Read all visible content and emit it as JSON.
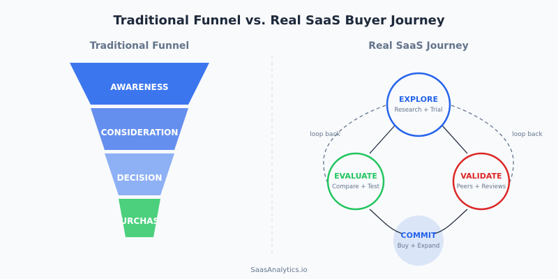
{
  "title": "Traditional Funnel vs. Real SaaS Buyer Journey",
  "left": {
    "heading": "Traditional Funnel",
    "stages": [
      {
        "label": "AWARENESS",
        "color": "#3b76ee"
      },
      {
        "label": "CONSIDERATION",
        "color": "#658fef"
      },
      {
        "label": "DECISION",
        "color": "#8eb0f5"
      },
      {
        "label": "PURCHASE",
        "color": "#4cd07d"
      }
    ]
  },
  "right": {
    "heading": "Real SaaS Journey",
    "nodes": {
      "explore": {
        "title": "EXPLORE",
        "sub": "Research + Trial",
        "color": "#2563eb"
      },
      "evaluate": {
        "title": "EVALUATE",
        "sub": "Compare + Test",
        "color": "#22c55e"
      },
      "validate": {
        "title": "VALIDATE",
        "sub": "Peers + Reviews",
        "color": "#dc2626"
      },
      "commit": {
        "title": "COMMIT",
        "sub": "Buy + Expand",
        "color": "#2563eb"
      }
    },
    "loop_left": "loop back",
    "loop_right": "loop back"
  },
  "footer": "SaasAnalytics.io"
}
